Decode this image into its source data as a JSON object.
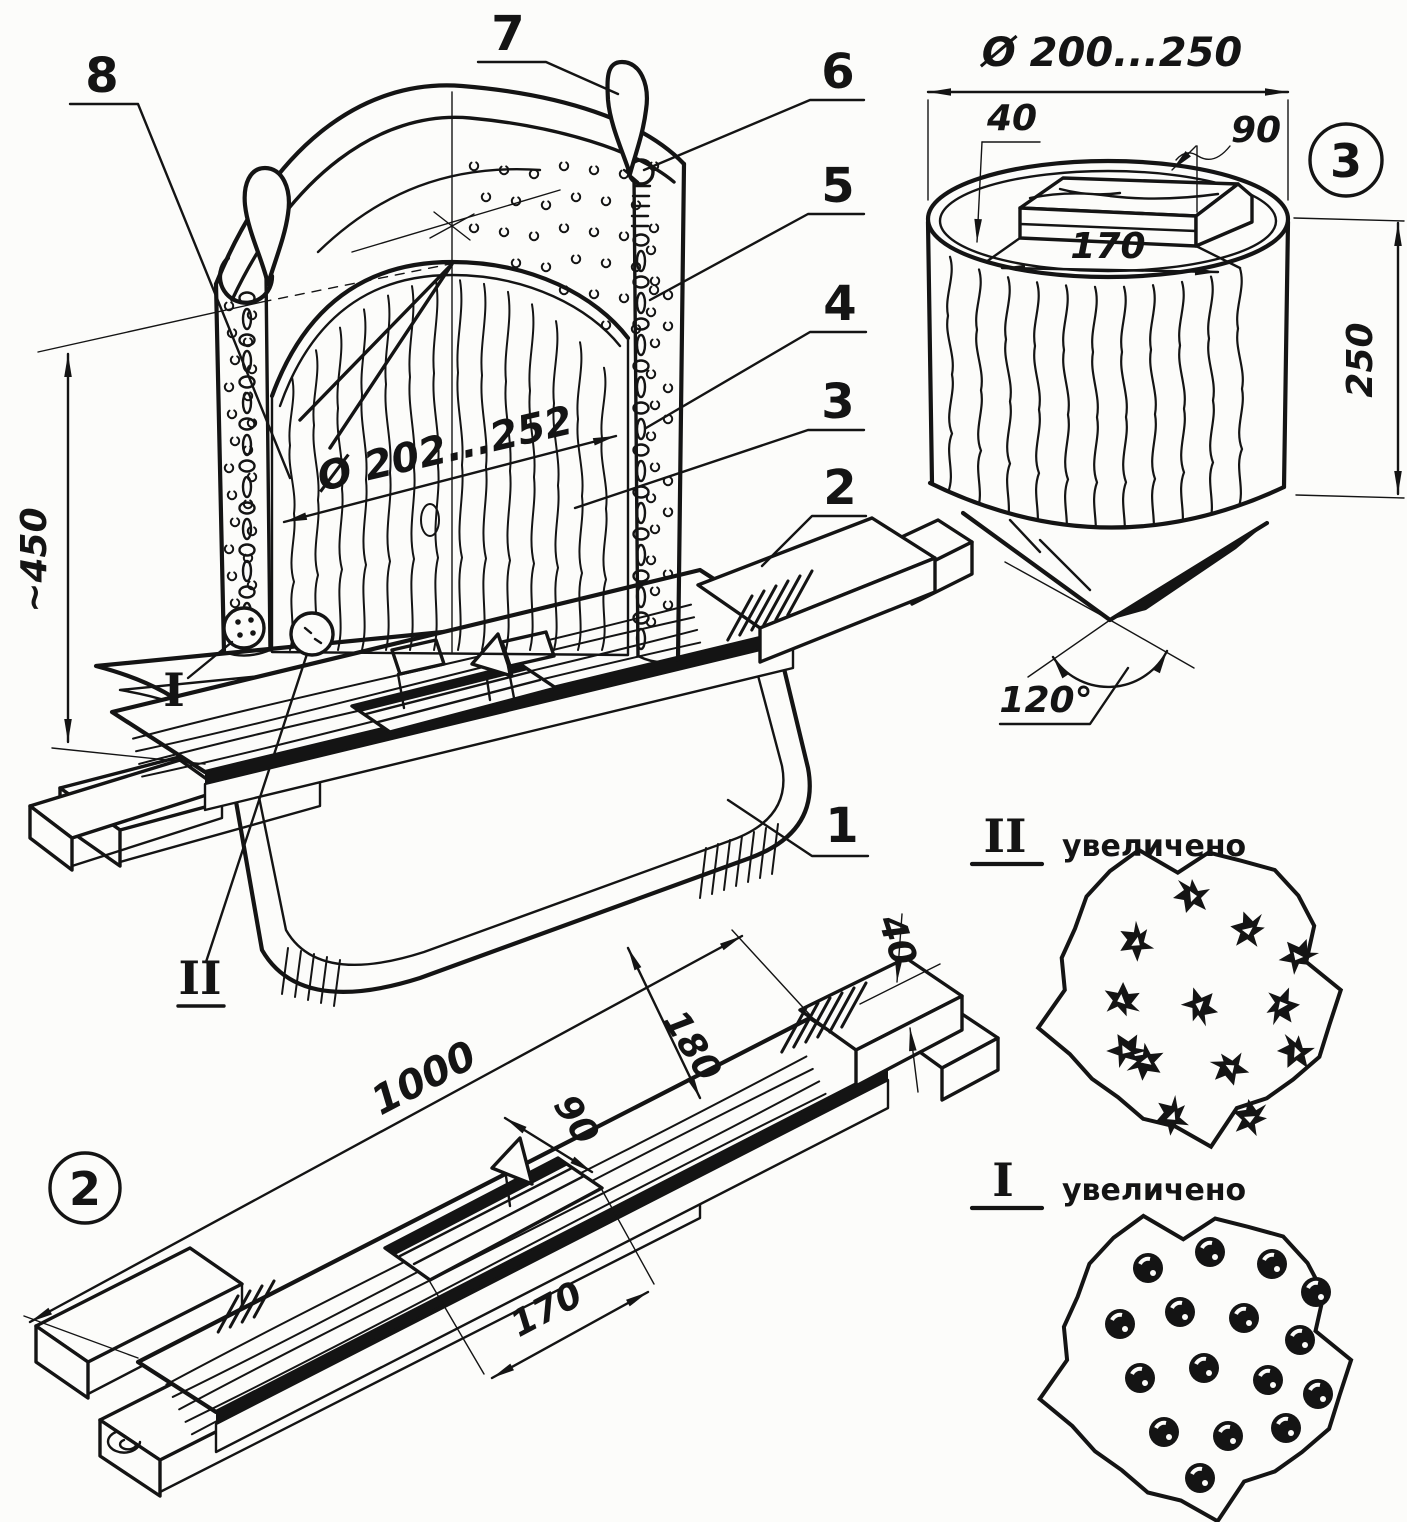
{
  "drawing": {
    "callouts": [
      {
        "label": "1"
      },
      {
        "label": "2"
      },
      {
        "label": "3"
      },
      {
        "label": "4"
      },
      {
        "label": "5"
      },
      {
        "label": "6"
      },
      {
        "label": "7"
      },
      {
        "label": "8"
      }
    ],
    "main_view": {
      "height_dim": "~450",
      "diameter_dim": "Ø 202...252",
      "marker_i": "I",
      "marker_ii": "II"
    },
    "detail_3": {
      "badge": "3",
      "dim_diameter": "Ø 200...250",
      "dim_width": "40",
      "dim_offset": "90",
      "dim_length": "170",
      "dim_height": "250",
      "dim_angle": "120°"
    },
    "detail_2": {
      "badge": "2",
      "dim_length": "1000",
      "dim_width": "180",
      "dim_slot_width": "90",
      "dim_slot_length": "170",
      "dim_thickness": "40"
    },
    "enlarged_views": [
      {
        "marker": "II",
        "label": "увеличено"
      },
      {
        "marker": "I",
        "label": "увеличено"
      }
    ]
  }
}
